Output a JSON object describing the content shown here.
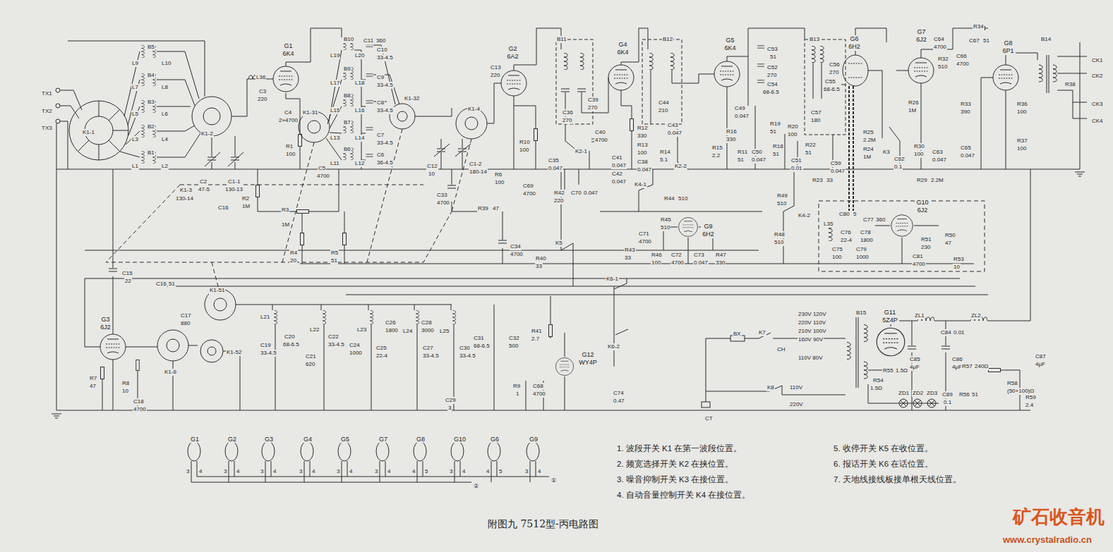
{
  "diagram": {
    "caption": "附图九 7512型-丙电路图",
    "nodes": [
      {
        "text": [
          "G1",
          "6K4"
        ]
      },
      {
        "text": [
          "G2",
          "6A2"
        ]
      },
      {
        "text": [
          "G4",
          "6K4"
        ]
      },
      {
        "text": [
          "G5",
          "6K4"
        ]
      },
      {
        "text": [
          "G6",
          "6H2"
        ]
      },
      {
        "text": [
          "G7",
          "6J2"
        ]
      },
      {
        "text": [
          "G8",
          "6P1"
        ]
      },
      {
        "text": [
          "G9",
          "6H2"
        ]
      },
      {
        "text": [
          "G10",
          "6J2"
        ]
      },
      {
        "text": [
          "G3",
          "6J2"
        ]
      },
      {
        "text": [
          "G11",
          "5Z4P"
        ]
      },
      {
        "text": [
          "G12",
          "WY4P"
        ]
      }
    ],
    "edges": [],
    "labels": [
      "TX1",
      "TX2",
      "TX3",
      "B5",
      "L9",
      "L10",
      "B4",
      "L7",
      "L8",
      "B3",
      "L5",
      "L6",
      "B2",
      "L3",
      "L4",
      "B1",
      "L1",
      "L2",
      "K1-1",
      "K1-2",
      "L36",
      "C3",
      "220",
      "C4",
      "2×4700",
      "R1",
      "100",
      "C2",
      "47-5",
      "C1-1",
      "130-13",
      "K1-3",
      "130-14",
      "C16",
      "R2",
      "1M",
      "R3",
      "1M",
      "R4",
      "20",
      "R5",
      "51",
      "C15",
      "22",
      "B10",
      "C11",
      "360",
      "L19",
      "L20",
      "C10",
      "33-4.5",
      "B9",
      "L17",
      "L18",
      "C9",
      "33-4.5",
      "B8",
      "L15",
      "L16",
      "C8",
      "33-4.5",
      "B7",
      "L13",
      "L14",
      "C7",
      "33-4.5",
      "B6",
      "L11",
      "L12",
      "C6",
      "36-4.5",
      "C5",
      "4700",
      "K1-31",
      "K1-32",
      "K1-4",
      "C12",
      "10",
      "C1-2",
      "180-14",
      "C33",
      "4700",
      "R39",
      "47",
      "C34",
      "4700",
      "C13",
      "220",
      "R6",
      "100",
      "R10",
      "100",
      "C69",
      "4700",
      "R42",
      "220",
      "C70",
      "0.047",
      "R40",
      "33",
      "K5",
      "R41",
      "2.7",
      "R9",
      "1",
      "C68",
      "4700",
      "B11",
      "C35",
      "0.047",
      "K2-1",
      "C36",
      "270",
      "C39",
      "270",
      "C40",
      "4700",
      "C41",
      "0.047",
      "C42",
      "0.047",
      "R12",
      "330",
      "R13",
      "100",
      "C38",
      "0.047",
      "B12",
      "C44",
      "210",
      "C43",
      "0.047",
      "R14",
      "5.1",
      "K2-2",
      "C49",
      "0.047",
      "R16",
      "330",
      "R15",
      "2.2",
      "R11",
      "51",
      "C50",
      "0.047",
      "C53",
      "51",
      "C52",
      "270",
      "C54",
      "68-6.5",
      "R19",
      "51",
      "R18",
      "51",
      "R20",
      "100",
      "C51",
      "0.01",
      "B13",
      "C56",
      "270",
      "C55",
      "68-6.5",
      "C57",
      "180",
      "R22",
      "51",
      "R23",
      "33",
      "R25",
      "2.2M",
      "R24",
      "1M",
      "K3",
      "C59",
      "0.047",
      "R26",
      "1M",
      "R30",
      "100",
      "C62",
      "0.1",
      "C63",
      "0.047",
      "R29",
      "2.2M",
      "C64",
      "4700",
      "R32",
      "510",
      "C66",
      "4700",
      "R34",
      "C67",
      "51",
      "R33",
      "390",
      "C65",
      "0.047",
      "R36",
      "100",
      "R37",
      "100",
      "B14",
      "R38",
      "CK1",
      "CK2",
      "CK3",
      "CK4",
      "K4-1",
      "R44",
      "510",
      "R45",
      "510",
      "R46",
      "100",
      "C72",
      "4700",
      "C73",
      "0.047",
      "R47",
      "330",
      "R43",
      "33",
      "C71",
      "4700",
      "R49",
      "510",
      "K4-2",
      "R48",
      "510",
      "C80",
      "5",
      "L35",
      "C76",
      "22-4",
      "C77",
      "360",
      "C78",
      "1800",
      "C75",
      "100",
      "C79",
      "1000",
      "R51",
      "230",
      "R50",
      "47",
      "C81",
      "4700",
      "R53",
      "10",
      "K6-1",
      "K6-2",
      "C74",
      "0.47",
      "C16",
      "51",
      "C17",
      "880",
      "K1-51",
      "K1-6",
      "K1-52",
      "R7",
      "47",
      "R8",
      "10",
      "C18",
      "4700",
      "L21",
      "C19",
      "33-4.5",
      "C20",
      "68-6.5",
      "L22",
      "C21",
      "620",
      "C22",
      "33-4.5",
      "C24",
      "1000",
      "L23",
      "C26",
      "1800",
      "C25",
      "22-4",
      "L24",
      "C28",
      "3000",
      "C27",
      "33-4.5",
      "L25",
      "C30",
      "33-4.5",
      "C31",
      "68-6.5",
      "C32",
      "500",
      "C29",
      "3",
      "BX",
      "K7",
      "CH",
      "230V 120V",
      "220V 110V",
      "210V 100V",
      "160V 90V",
      "110V 80V",
      "B15",
      "K8",
      "110V",
      "220V",
      "CT",
      "ZL1",
      "ZL2",
      "C84",
      "0.01",
      "C85",
      "4μF",
      "C86",
      "4μF",
      "C87",
      "4μF",
      "R57",
      "240Ω",
      "R58",
      "(50+100)Ω",
      "R56",
      "51",
      "R59",
      "2.4",
      "C89",
      "0.1",
      "R55",
      "1.5Ω",
      "R54",
      "1.5Ω",
      "ZD1",
      "ZD2",
      "ZD3",
      "G1",
      "3",
      "4",
      "G2",
      "3",
      "4",
      "G3",
      "3",
      "4",
      "G4",
      "3",
      "4",
      "G5",
      "3",
      "4",
      "G7",
      "3",
      "4",
      "G8",
      "4",
      "5",
      "G10",
      "3",
      "4",
      "G6",
      "4",
      "5",
      "G9",
      "3",
      "4",
      "②",
      "①",
      "1. 波段开关 K1 在第一波段位置。",
      "2. 频宽选择开关 K2 在挟位置。",
      "3. 噪音抑制开关 K3 在接位置。",
      "4. 自动音量控制开关 K4 在接位置。",
      "5. 收停开关 K5 在收位置。",
      "6. 报话开关 K6 在话位置。",
      "7. 天地线接线板接单根天线位置。",
      "矿石收音机",
      "www.crystalradio.cn"
    ]
  }
}
